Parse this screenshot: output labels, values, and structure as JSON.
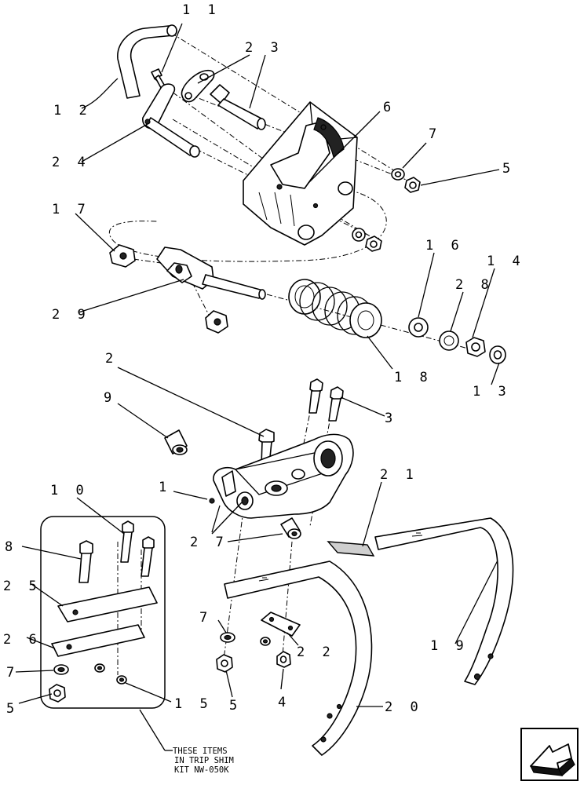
{
  "diagram": {
    "callouts": [
      {
        "id": "c11",
        "text": "1 1"
      },
      {
        "id": "c23",
        "text": "2 3"
      },
      {
        "id": "c12",
        "text": "1 2"
      },
      {
        "id": "c6",
        "text": "6"
      },
      {
        "id": "c24",
        "text": "2 4"
      },
      {
        "id": "c7a",
        "text": "7"
      },
      {
        "id": "c5a",
        "text": "5"
      },
      {
        "id": "c17",
        "text": "1 7"
      },
      {
        "id": "c16",
        "text": "1 6"
      },
      {
        "id": "c14",
        "text": "1 4"
      },
      {
        "id": "c28",
        "text": "2 8"
      },
      {
        "id": "c29",
        "text": "2 9"
      },
      {
        "id": "c18",
        "text": "1 8"
      },
      {
        "id": "c13",
        "text": "1 3"
      },
      {
        "id": "c2",
        "text": "2"
      },
      {
        "id": "c3",
        "text": "3"
      },
      {
        "id": "c9",
        "text": "9"
      },
      {
        "id": "c21",
        "text": "2 1"
      },
      {
        "id": "c10",
        "text": "1 0"
      },
      {
        "id": "c1",
        "text": "1"
      },
      {
        "id": "c27",
        "text": "2 7"
      },
      {
        "id": "c8",
        "text": "8"
      },
      {
        "id": "c25",
        "text": "2 5"
      },
      {
        "id": "c19",
        "text": "1 9"
      },
      {
        "id": "c26",
        "text": "2 6"
      },
      {
        "id": "c7b",
        "text": "7"
      },
      {
        "id": "c22",
        "text": "2 2"
      },
      {
        "id": "c7c",
        "text": "7"
      },
      {
        "id": "c15",
        "text": "1 5"
      },
      {
        "id": "c5b",
        "text": "5"
      },
      {
        "id": "c5c",
        "text": "5"
      },
      {
        "id": "c4",
        "text": "4"
      },
      {
        "id": "c20",
        "text": "2 0"
      }
    ],
    "note_lines": [
      "THESE ITEMS",
      "IN TRIP SHIM",
      "KIT NW-050K"
    ],
    "nav_icon": "next-page-arrow-icon"
  }
}
